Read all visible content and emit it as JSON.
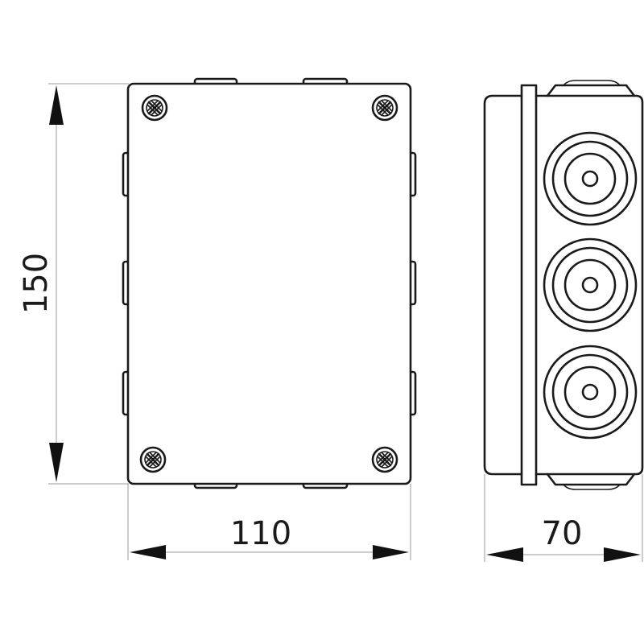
{
  "dimensions": {
    "height": "150",
    "width": "110",
    "depth": "70"
  },
  "colors": {
    "line": "#1a1a1a",
    "dimension_line": "#999999",
    "background": "#ffffff"
  },
  "views": {
    "front": {
      "screw_count": 4,
      "side_tab_count_per_side": 3,
      "top_tab_count": 2,
      "bottom_tab_count": 2
    },
    "side": {
      "cable_gland_count": 3
    }
  }
}
